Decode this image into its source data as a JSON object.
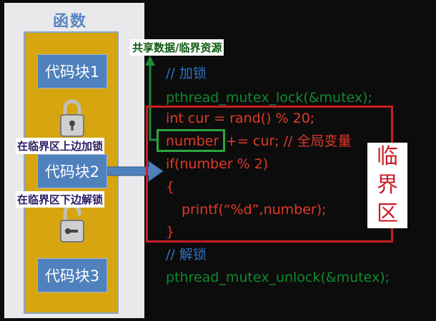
{
  "diagram": {
    "function_label": "函数",
    "blocks": [
      {
        "label": "代码块1"
      },
      {
        "label": "代码块2"
      },
      {
        "label": "代码块3"
      }
    ],
    "shared_resource_label": "共享数据/临界资源",
    "lock_label": "在临界区上边加锁",
    "unlock_label": "在临界区下边解锁",
    "critical_section_label": "临界区",
    "code_lines": [
      "// 加锁",
      "pthread_mutex_lock(&mutex);",
      "int cur = rand() % 20;",
      "number",
      " += cur; // 全局变量",
      "if(number % 2)",
      "{",
      "printf(“%d”,number);",
      "}",
      "// 解锁",
      "pthread_mutex_unlock(&mutex);"
    ],
    "colors": {
      "function_column": "#d6a50f",
      "code_block": "#4f81bd",
      "critical_box": "#c81e26",
      "shared_arrow": "#1f8a3a",
      "comment": "#2e74c8",
      "mutex_call": "#0f8a2e",
      "critical_code": "#e03a2a"
    }
  }
}
